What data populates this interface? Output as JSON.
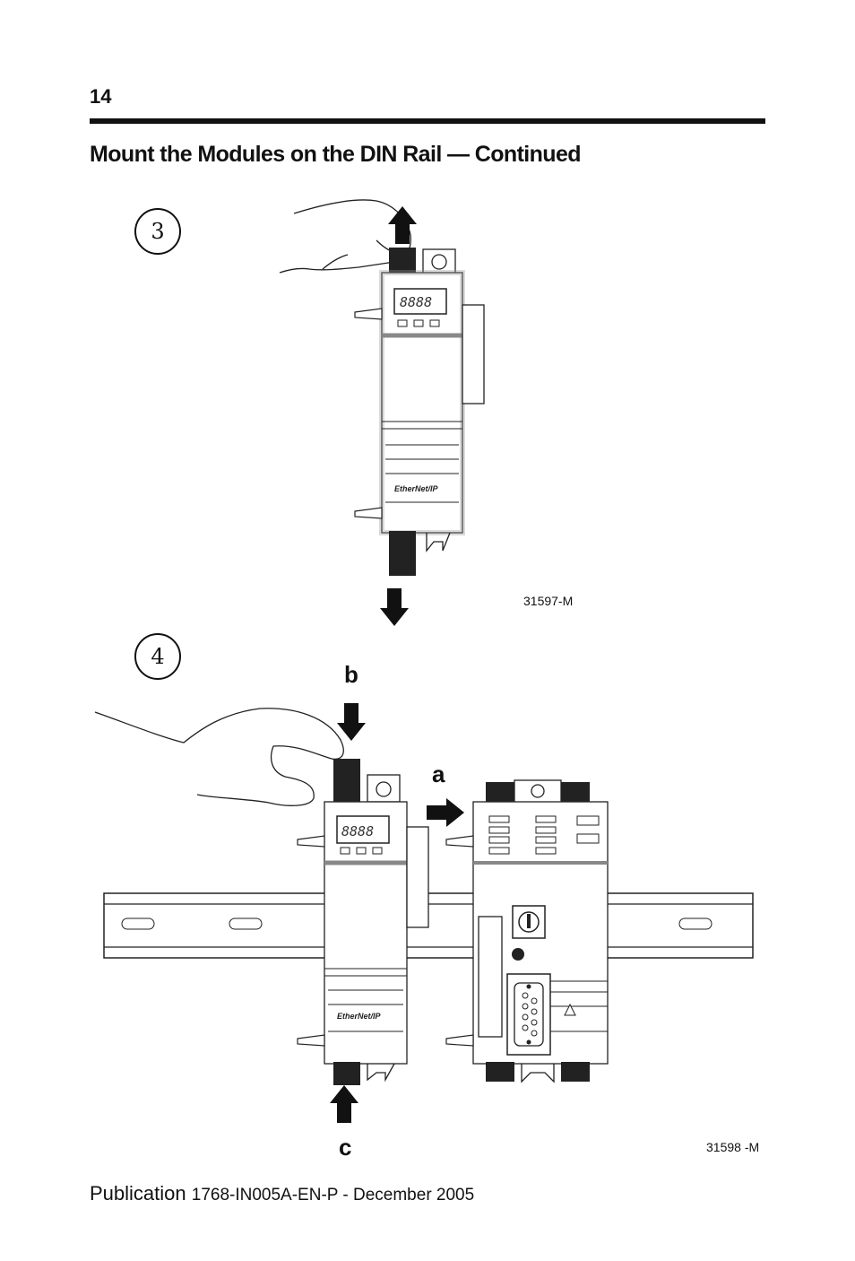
{
  "page": {
    "number": "14",
    "heading": "Mount the Modules on the DIN Rail — Continued"
  },
  "step3": {
    "label": "3",
    "figure_id": "31597-M",
    "module_logo": "EtherNet/IP"
  },
  "step4": {
    "label": "4",
    "figure_id": "31598 -M",
    "callout_a": "a",
    "callout_b": "b",
    "callout_c": "c",
    "module_logo": "EtherNet/IP"
  },
  "footer": {
    "prefix": "Publication",
    "publication": "1768-IN005A-EN-P - December 2005"
  }
}
